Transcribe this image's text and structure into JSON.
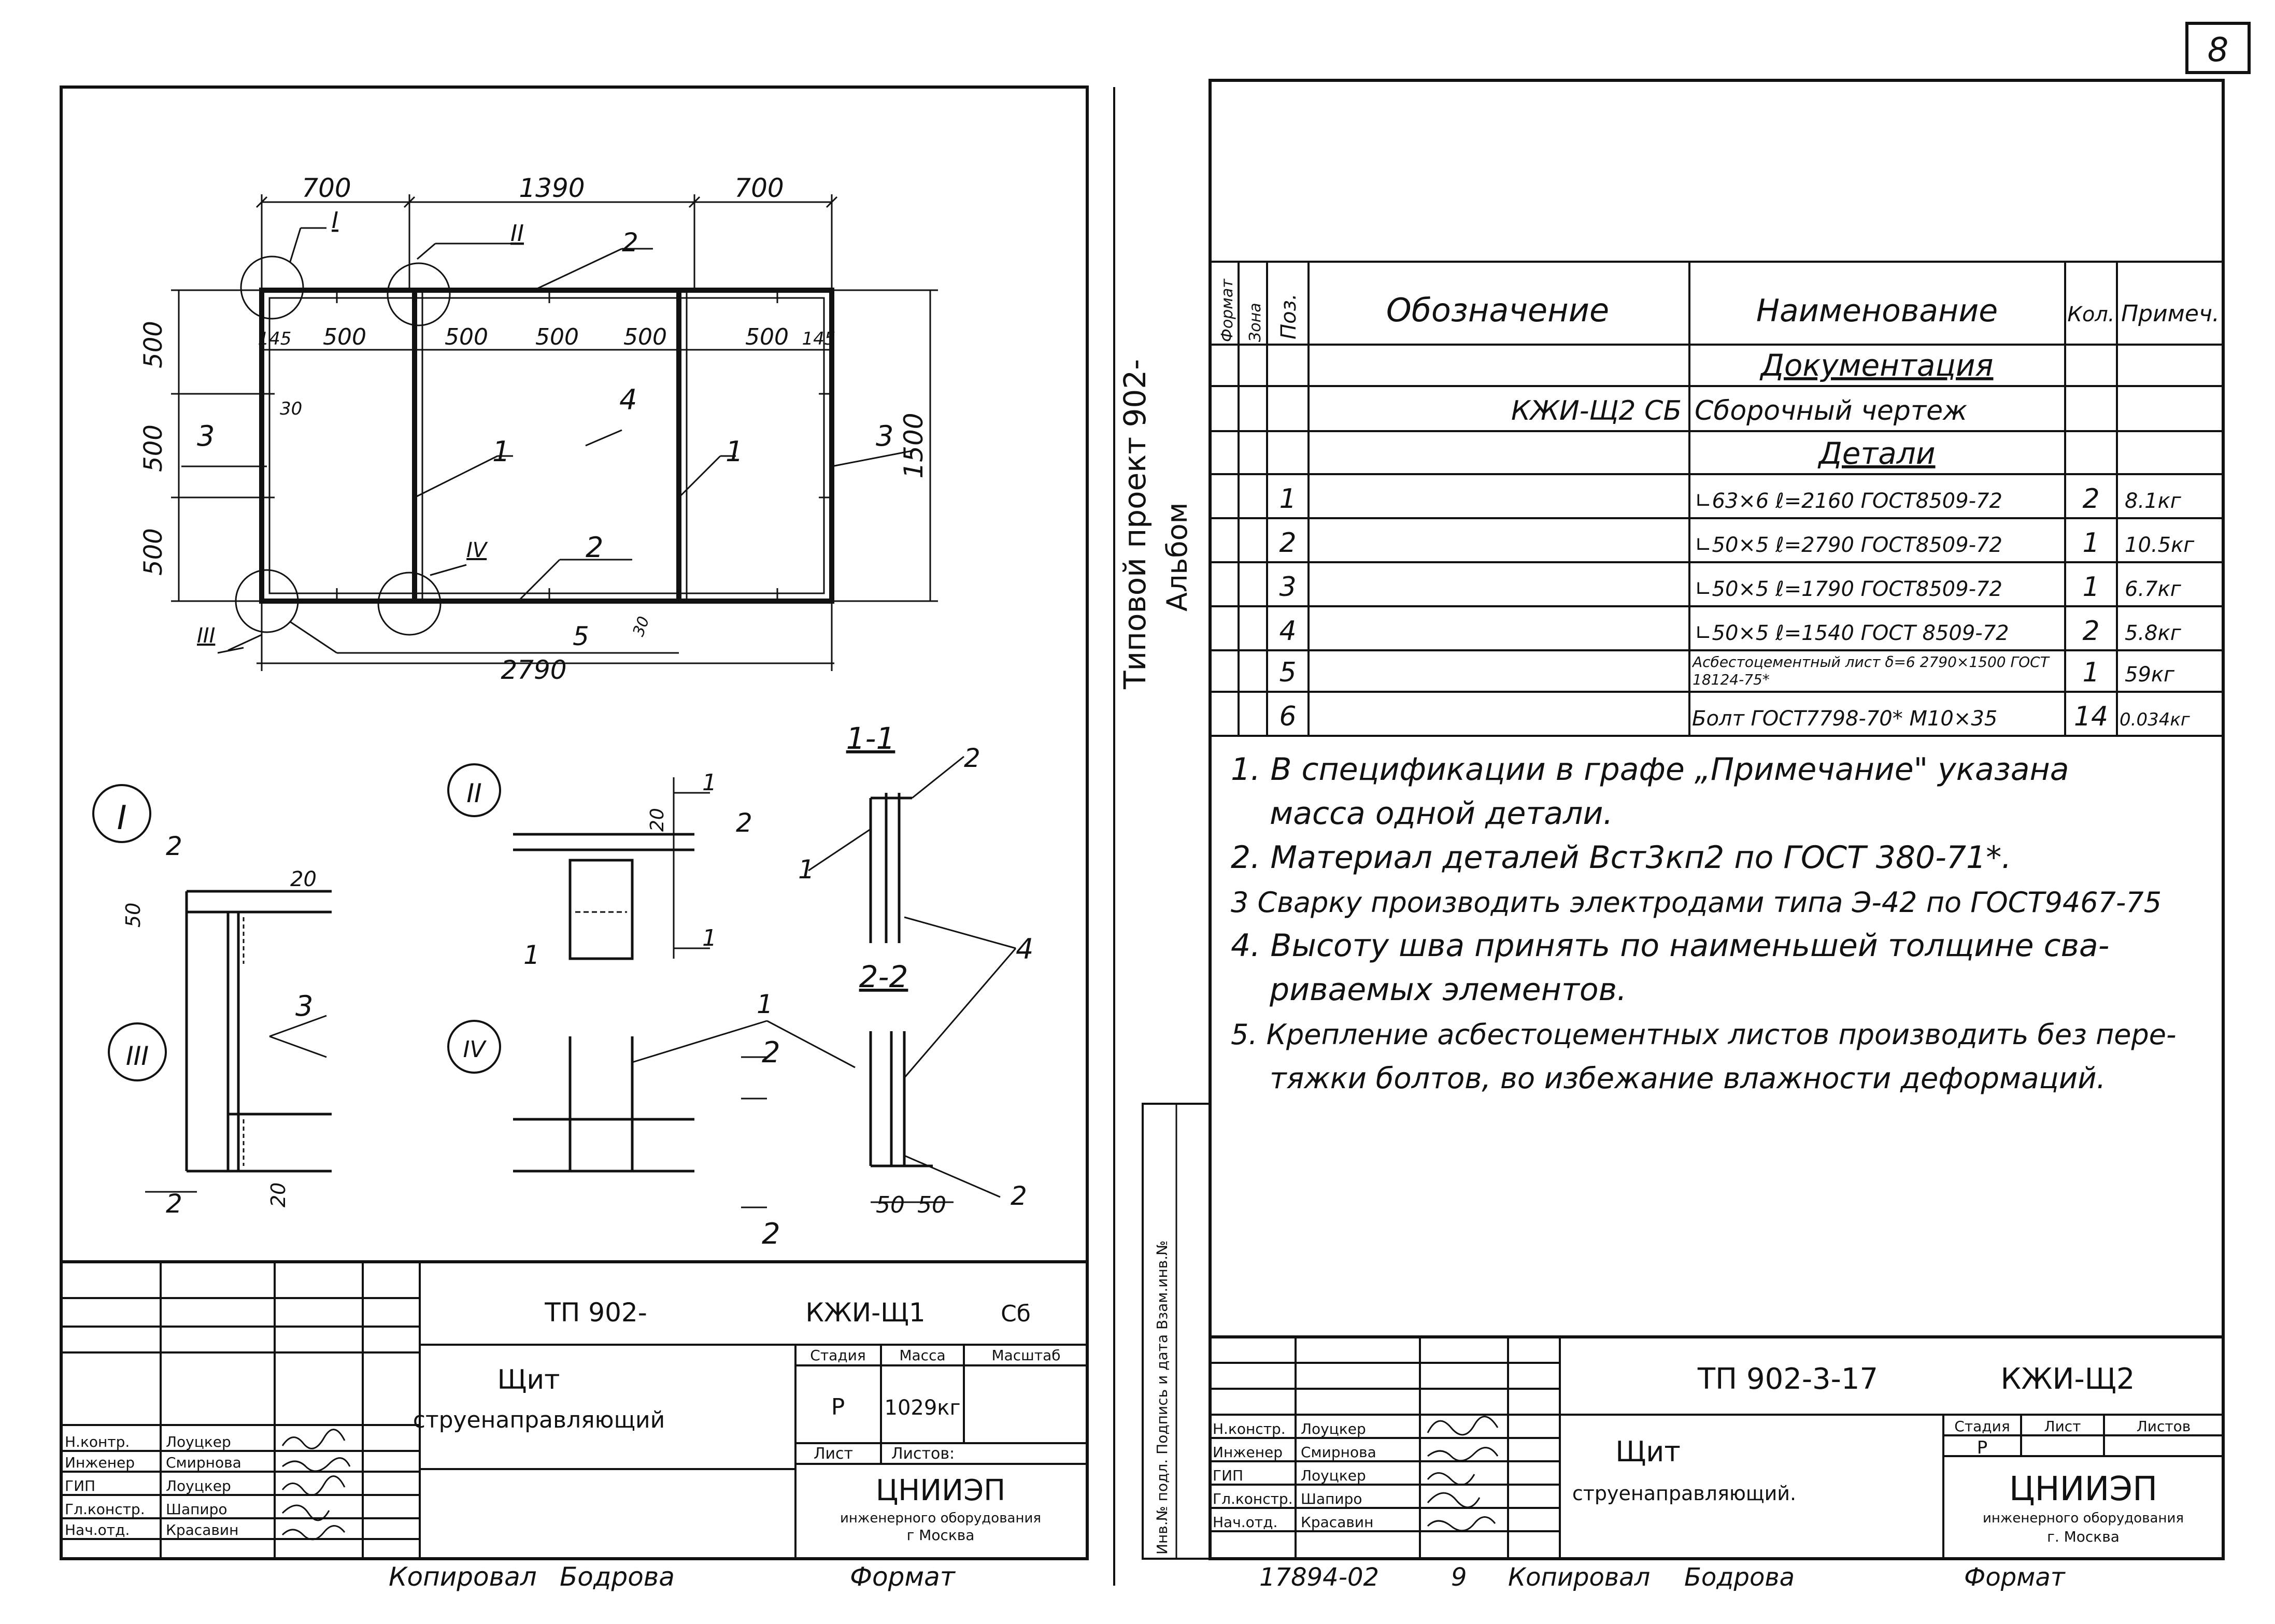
{
  "sheet_number": "8",
  "left_sheet": {
    "dimensions_top": [
      "700",
      "1390",
      "700"
    ],
    "dimensions_inner": [
      "145",
      "500",
      "500",
      "500",
      "500",
      "500",
      "145"
    ],
    "dimensions_left": [
      "500",
      "500",
      "500"
    ],
    "dimension_right": "1500",
    "dimension_bottom": "2790",
    "detail_marks": [
      "I",
      "II",
      "III",
      "IV"
    ],
    "position_marks": [
      "1",
      "2",
      "3",
      "4",
      "5"
    ],
    "small_dims": [
      "30",
      "50",
      "20"
    ],
    "section_labels": [
      "1-1",
      "2-2"
    ],
    "section_dims": [
      "50",
      "50"
    ],
    "title_block": {
      "code": "ТП 902-",
      "mark": "КЖИ-Щ1",
      "doc": "Сб",
      "name_line1": "Щит",
      "name_line2": "струенаправляющий",
      "stage_header": "Стадия",
      "mass_header": "Масса",
      "scale_header": "Масштаб",
      "stage": "Р",
      "mass": "1029кг",
      "sheet_header": "Лист",
      "sheets_header": "Листов:",
      "org_name": "ЦНИИЭП",
      "org_line2": "инженерного оборудования",
      "org_line3": "г Москва",
      "signers": [
        {
          "role": "Н.контр.",
          "name": "Лоуцкер"
        },
        {
          "role": "Инженер",
          "name": "Смирнова"
        },
        {
          "role": "ГИП",
          "name": "Лоуцкер"
        },
        {
          "role": "Гл.констр.",
          "name": "Шапиро"
        },
        {
          "role": "Нач.отд.",
          "name": "Красавин"
        }
      ]
    },
    "footer": {
      "copied": "Копировал",
      "copier": "Бодрова",
      "format": "Формат"
    }
  },
  "right_sheet": {
    "vertical_title_1": "Типовой проект 902-",
    "vertical_title_2": "Альбом",
    "vertical_stamp": "Инв.№ подл. Подпись и дата Взам.инв.№",
    "spec_headers": {
      "format": "Формат",
      "zone": "Зона",
      "pos": "Поз.",
      "designation": "Обозначение",
      "name": "Наименование",
      "qty": "Кол.",
      "note": "Примеч."
    },
    "spec_rows": [
      {
        "pos": "",
        "designation": "",
        "name": "Документация",
        "qty": "",
        "note": ""
      },
      {
        "pos": "",
        "designation": "КЖИ-Щ2 СБ",
        "name": "Сборочный чертеж",
        "qty": "",
        "note": ""
      },
      {
        "pos": "",
        "designation": "",
        "name": "Детали",
        "qty": "",
        "note": ""
      },
      {
        "pos": "1",
        "designation": "",
        "name": "∟63×6 ℓ=2160 ГОСТ8509-72",
        "qty": "2",
        "note": "8.1кг"
      },
      {
        "pos": "2",
        "designation": "",
        "name": "∟50×5 ℓ=2790 ГОСТ8509-72",
        "qty": "1",
        "note": "10.5кг"
      },
      {
        "pos": "3",
        "designation": "",
        "name": "∟50×5 ℓ=1790 ГОСТ8509-72",
        "qty": "1",
        "note": "6.7кг"
      },
      {
        "pos": "4",
        "designation": "",
        "name": "∟50×5 ℓ=1540 ГОСТ 8509-72",
        "qty": "2",
        "note": "5.8кг"
      },
      {
        "pos": "5",
        "designation": "",
        "name": "Асбестоцементный лист δ=6 2790×1500 ГОСТ 18124-75*",
        "qty": "1",
        "note": "59кг"
      },
      {
        "pos": "6",
        "designation": "",
        "name": "Болт ГОСТ7798-70* М10×35",
        "qty": "14",
        "note": "0.034кг"
      }
    ],
    "notes": [
      "1. В спецификации в графе „Примечание\" указана",
      "масса одной детали.",
      "2. Материал деталей Вст3кп2 по ГОСТ 380-71*.",
      "3 Сварку производить электродами типа Э-42 по ГОСТ9467-75",
      "4. Высоту шва принять по наименьшей толщине сва-",
      "риваемых элементов.",
      "5. Крепление асбестоцементных листов производить без пере-",
      "тяжки болтов, во избежание влажности деформаций."
    ],
    "title_block": {
      "code": "ТП 902-3-17",
      "mark": "КЖИ-Щ2",
      "name_line1": "Щит",
      "name_line2": "струенаправляющий.",
      "stage_header": "Стадия",
      "sheet_header": "Лист",
      "sheets_header": "Листов",
      "stage": "Р",
      "org_name": "ЦНИИЭП",
      "org_line2": "инженерного оборудования",
      "org_line3": "г. Москва",
      "signers": [
        {
          "role": "Н.констр.",
          "name": "Лоуцкер"
        },
        {
          "role": "Инженер",
          "name": "Смирнова"
        },
        {
          "role": "ГИП",
          "name": "Лоуцкер"
        },
        {
          "role": "Гл.констр.",
          "name": "Шапиро"
        },
        {
          "role": "Нач.отд.",
          "name": "Красавин"
        }
      ]
    },
    "footer": {
      "inv": "17894-02",
      "sheet": "9",
      "copied": "Копировал",
      "copier": "Бодрова",
      "format": "Формат"
    }
  }
}
